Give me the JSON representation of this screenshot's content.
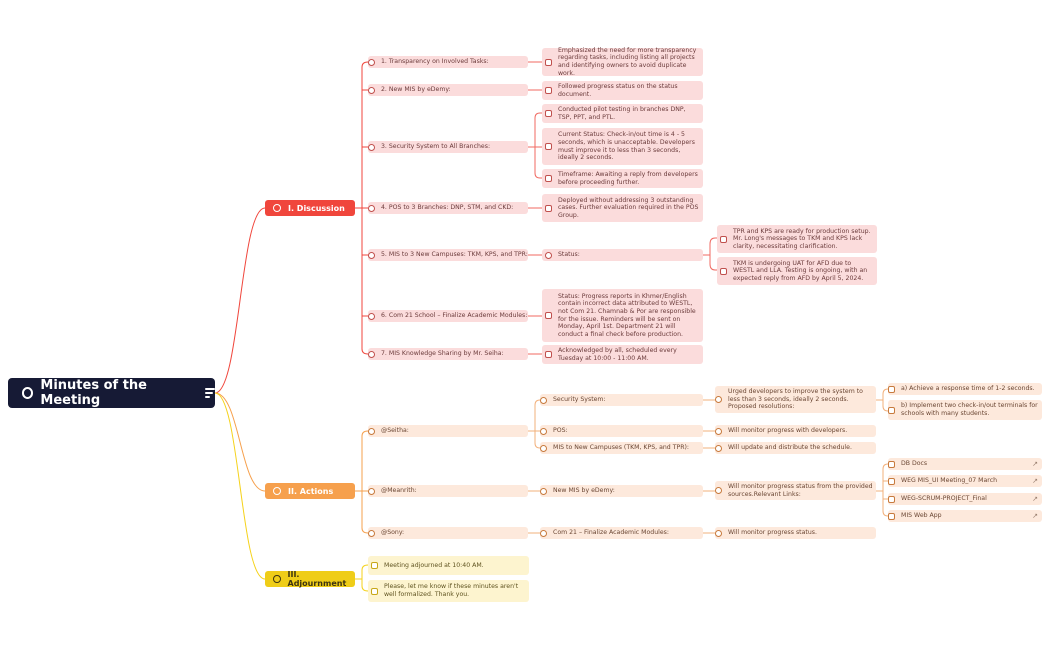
{
  "root": {
    "label": "Minutes of the Meeting",
    "menu_icon": "lines-icon"
  },
  "sections": {
    "discussion": "I. Discussion",
    "actions": "II. Actions",
    "adjournment": "III. Adjournment"
  },
  "discussion": {
    "items": [
      "1. Transparency on Involved Tasks:",
      "2. New MIS by eDemy:",
      "3. Security System to All Branches:",
      "4. POS to 3 Branches: DNP, STM, and CKD:",
      "5. MIS to 3 New Campuses: TKM, KPS, and TPR:",
      "6. Com 21 School – Finalize Academic Modules:",
      "7. MIS Knowledge Sharing by Mr. Seiha:"
    ],
    "details": [
      "Emphasized the need for more transparency regarding tasks, including listing all projects and identifying owners to avoid duplicate work.",
      "Followed progress status on the status document.",
      "Conducted pilot testing in branches DNP, TSP, PPT, and PTL.",
      "Current Status: Check-in/out time is 4 - 5 seconds, which is unacceptable. Developers must improve it to less than 3 seconds, ideally 2 seconds.",
      "Timeframe: Awaiting a reply from developers before proceeding further.",
      "Deployed without addressing 3 outstanding cases. Further evaluation required in the POS Group.",
      "Status:",
      "TPR and KPS are ready for production setup. Mr. Long's messages to TKM and KPS lack clarity, necessitating clarification.",
      "TKM is undergoing UAT for AFD due to WESTL and LLA. Testing is ongoing, with an expected reply from AFD by April 5, 2024.",
      "Status: Progress reports in Khmer/English contain incorrect data attributed to WESTL, not Com 21. Chamnab & Por are responsible for the issue. Reminders will be sent on Monday, April 1st. Department 21 will conduct a final check before production.",
      "Acknowledged by all, scheduled every Tuesday at 10:00 - 11:00 AM."
    ]
  },
  "actions": {
    "people": [
      "@Seitha:",
      "@Meanrith:",
      "@Sony:"
    ],
    "tasks": [
      "Security System:",
      "POS:",
      "MIS to New Campuses (TKM, KPS, and TPR):",
      "New MIS by eDemy:",
      "Com 21 – Finalize Academic Modules:"
    ],
    "notes": [
      "Urged developers to improve the system to less than 3 seconds, ideally 2 seconds. Proposed resolutions:",
      "Will monitor progress with developers.",
      "Will update and distribute the schedule.",
      "Will monitor progress status from the provided sources.Relevant Links:",
      "Will monitor progress status."
    ],
    "resolutions": [
      "a) Achieve a response time of 1-2 seconds.",
      "b) Implement two check-in/out terminals for schools with many students."
    ],
    "links": [
      "DB Docs",
      "WEG MIS_UI Meeting_07 March",
      "WEG-SCRUM-PROJECT_Final",
      "MIS Web App"
    ],
    "link_icon": "external-link-icon"
  },
  "adjournment": {
    "items": [
      "Meeting adjourned at 10:40 AM.",
      "Please, let me know if these minutes aren't well formalized. Thank you."
    ]
  },
  "colors": {
    "root": "#161a35",
    "discussion": "#f0463c",
    "actions": "#f6a04d",
    "adjournment": "#f5d21a",
    "discussion_fill": "#fbdcdc",
    "actions_fill": "#fde9dc",
    "adjournment_fill": "#fdf4cf"
  }
}
